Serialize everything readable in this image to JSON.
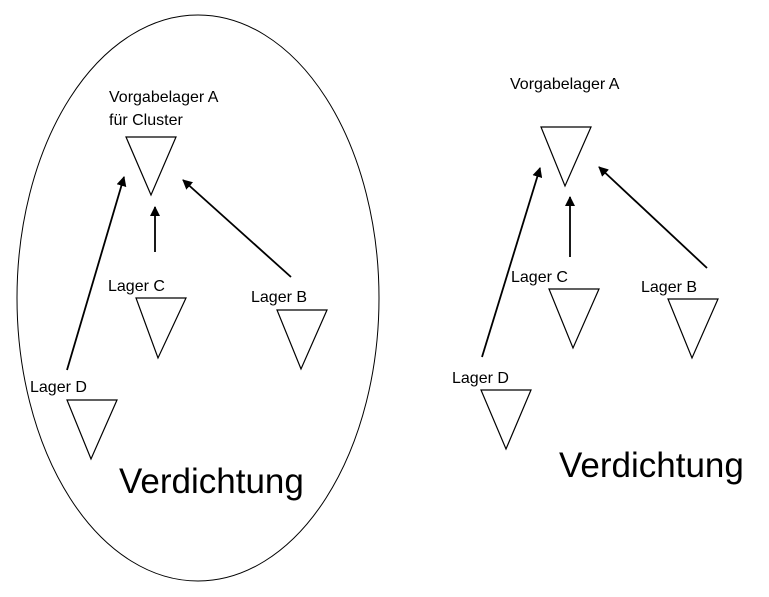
{
  "left": {
    "target_line1": "Vorgabelager A",
    "target_line2": "für Cluster",
    "lager_c": "Lager C",
    "lager_b": "Lager B",
    "lager_d": "Lager D",
    "caption": "Verdichtung"
  },
  "right": {
    "target": "Vorgabelager A",
    "lager_c": "Lager C",
    "lager_b": "Lager B",
    "lager_d": "Lager D",
    "caption": "Verdichtung"
  }
}
